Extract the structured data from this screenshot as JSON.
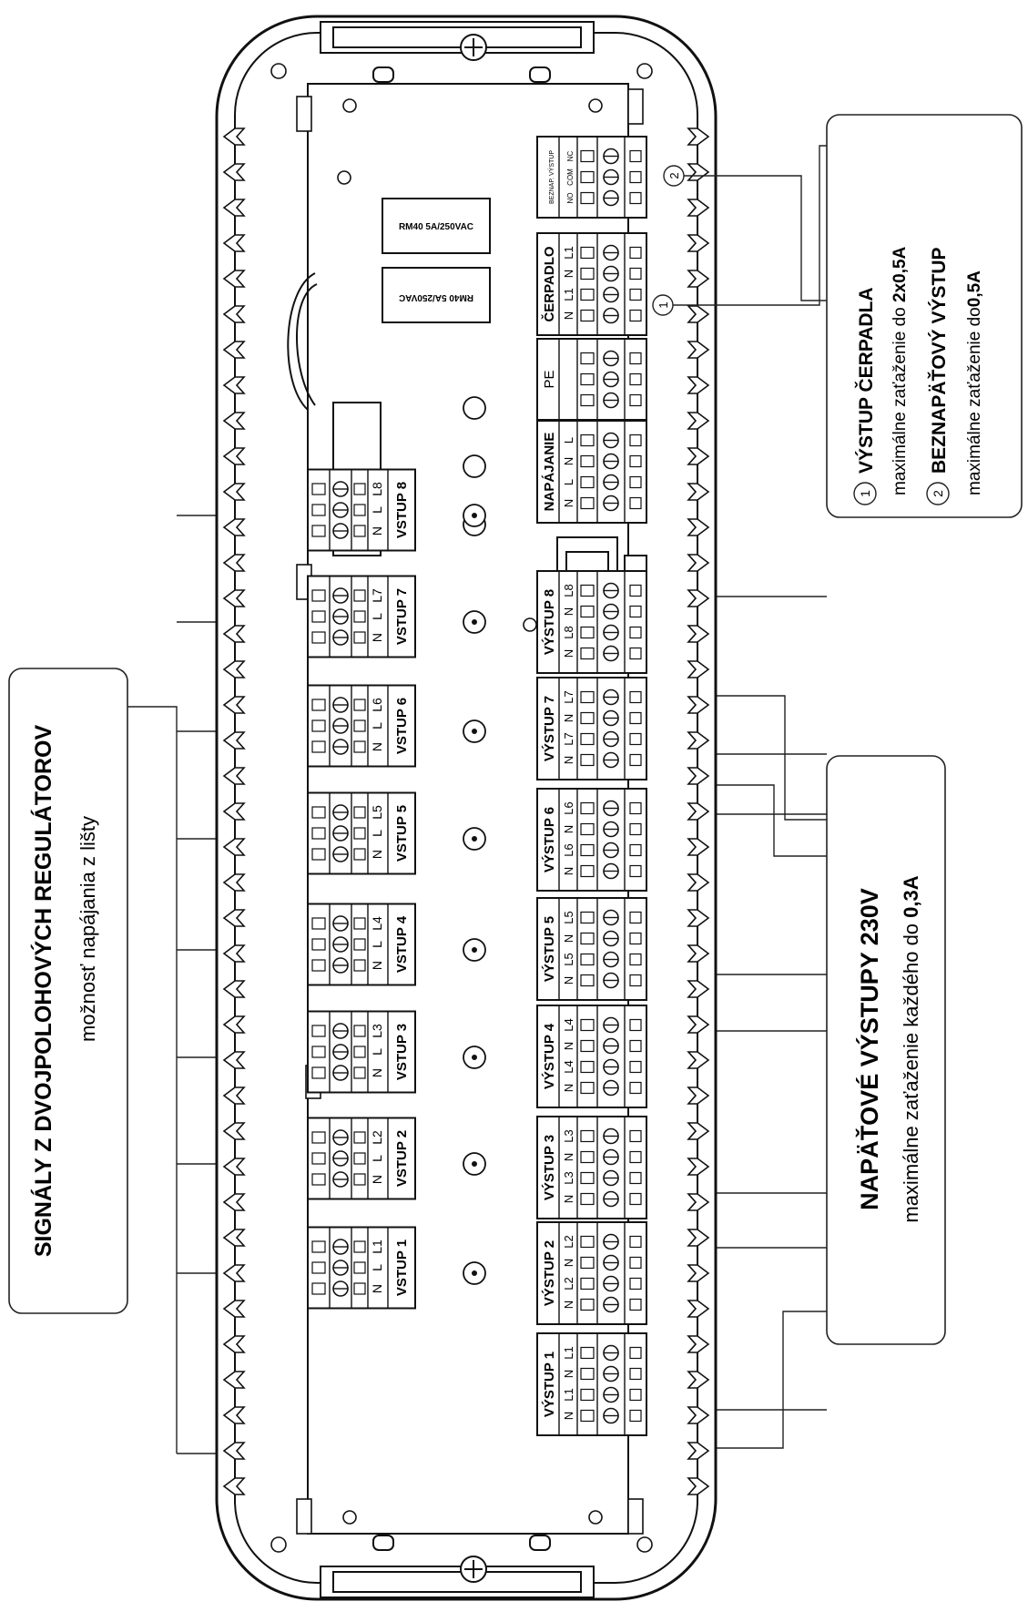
{
  "left_panel": {
    "title": "SIGNÁLY Z DVOJPOLOHOVÝCH REGULÁTOROV",
    "subtitle": "možnosť napájania z lišty"
  },
  "right_bottom_panel": {
    "title": "NAPÄŤOVÉ VÝSTUPY 230V",
    "subtitle_prefix": "maximálne zaťaženie každého do ",
    "subtitle_value": "0,3A"
  },
  "right_top_panel": {
    "item1": {
      "marker": "1",
      "title": "VÝSTUP ČERPADLA",
      "subtitle_prefix": "maximálne zaťaženie do ",
      "subtitle_value": "2x0,5A"
    },
    "item2": {
      "marker": "2",
      "title": "BEZNAPÄŤOVÝ VÝSTUP",
      "subtitle_prefix": "maximálne zaťaženie do",
      "subtitle_value": "0,5A"
    }
  },
  "relays": [
    "RM40 5A/250VAC",
    "RM40 5A/250VAC"
  ],
  "inputs": [
    {
      "label": "VSTUP 1",
      "pins": [
        "N",
        "L",
        "L1"
      ]
    },
    {
      "label": "VSTUP 2",
      "pins": [
        "N",
        "L",
        "L2"
      ]
    },
    {
      "label": "VSTUP 3",
      "pins": [
        "N",
        "L",
        "L3"
      ]
    },
    {
      "label": "VSTUP 4",
      "pins": [
        "N",
        "L",
        "L4"
      ]
    },
    {
      "label": "VSTUP 5",
      "pins": [
        "N",
        "L",
        "L5"
      ]
    },
    {
      "label": "VSTUP 6",
      "pins": [
        "N",
        "L",
        "L6"
      ]
    },
    {
      "label": "VSTUP 7",
      "pins": [
        "N",
        "L",
        "L7"
      ]
    },
    {
      "label": "VSTUP 8",
      "pins": [
        "N",
        "L",
        "L8"
      ]
    }
  ],
  "outputs": [
    {
      "label": "VÝSTUP 1",
      "pins": [
        "N",
        "L1",
        "N",
        "L1"
      ]
    },
    {
      "label": "VÝSTUP 2",
      "pins": [
        "N",
        "L2",
        "N",
        "L2"
      ]
    },
    {
      "label": "VÝSTUP 3",
      "pins": [
        "N",
        "L3",
        "N",
        "L3"
      ]
    },
    {
      "label": "VÝSTUP 4",
      "pins": [
        "N",
        "L4",
        "N",
        "L4"
      ]
    },
    {
      "label": "VÝSTUP 5",
      "pins": [
        "N",
        "L5",
        "N",
        "L5"
      ]
    },
    {
      "label": "VÝSTUP 6",
      "pins": [
        "N",
        "L6",
        "N",
        "L6"
      ]
    },
    {
      "label": "VÝSTUP 7",
      "pins": [
        "N",
        "L7",
        "N",
        "L7"
      ]
    },
    {
      "label": "VÝSTUP 8",
      "pins": [
        "N",
        "L8",
        "N",
        "L8"
      ]
    }
  ],
  "power_block": {
    "label": "NAPÁJANIE",
    "pins": [
      "N",
      "L",
      "N",
      "L"
    ]
  },
  "pe_block": {
    "label": "PE"
  },
  "pump_block": {
    "label": "ČERPADLO",
    "pins": [
      "N",
      "L1",
      "N",
      "L1"
    ]
  },
  "relay_block": {
    "label": "BEZNAP. VÝSTUP",
    "pins": [
      "NO",
      "COM",
      "NC"
    ]
  }
}
